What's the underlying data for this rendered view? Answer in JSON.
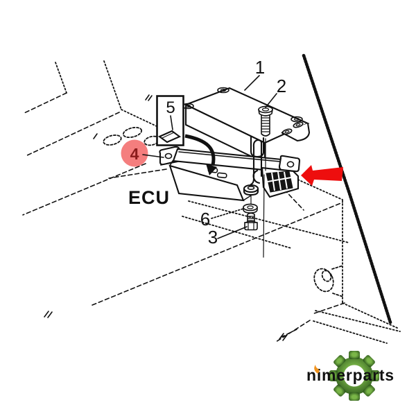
{
  "diagram": {
    "component_label": "ECU",
    "callouts": {
      "c1": "1",
      "c2": "2",
      "c3": "3",
      "c4": "4",
      "c5": "5",
      "c6": "6"
    },
    "highlight_color": "#f47e7e",
    "highlight_text_color": "#8b1c1c",
    "arrow_color": "#ee0e0e",
    "line_color": "#111111"
  },
  "branding": {
    "logo_text": "nimerparts",
    "text_color": "#111111",
    "gear_color_light": "#7ab648",
    "gear_color_dark": "#2f5a1d",
    "flame_color": "#f0931e"
  }
}
